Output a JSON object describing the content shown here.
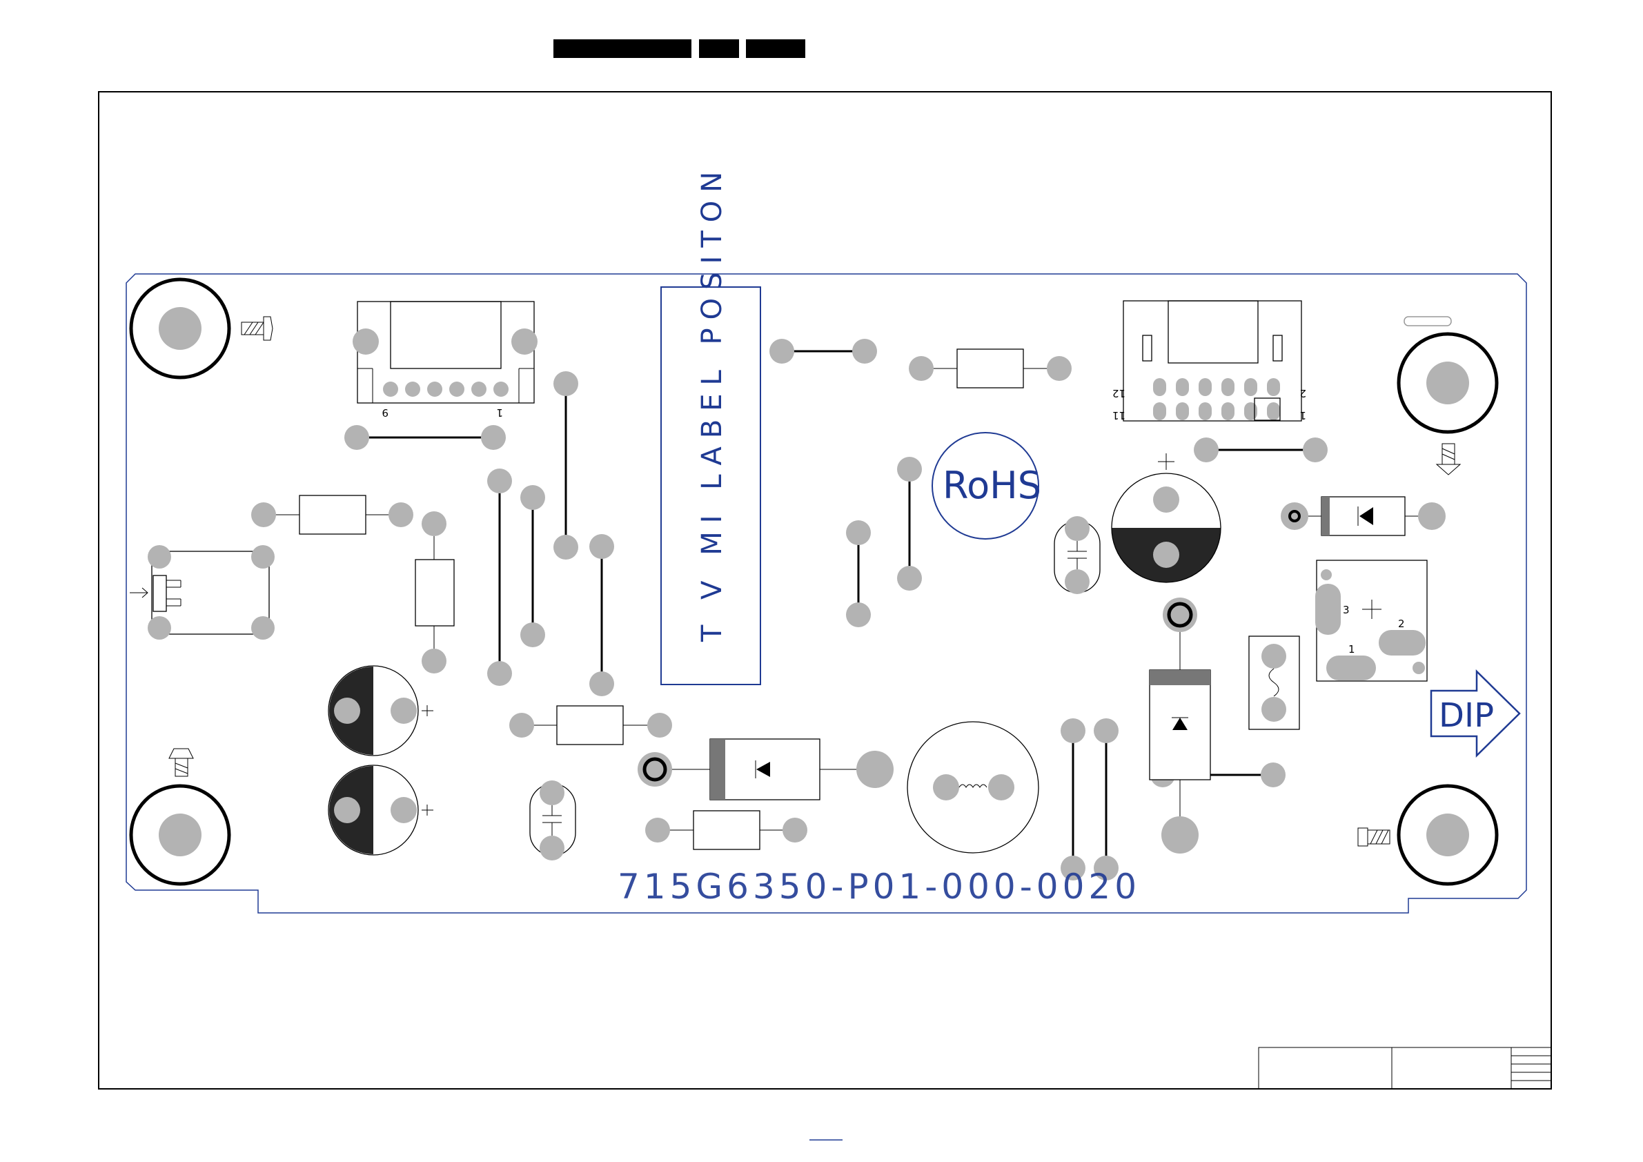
{
  "board": {
    "part_number": "715G6350-P01-000-0020",
    "label_zone": "T V MI LABEL POSITON",
    "rohs": "RoHS",
    "dip_arrow": "DIP"
  },
  "connectors": {
    "left_pin_first": "9",
    "left_pin_last": "1",
    "right_top_left": "12",
    "right_top_right": "2",
    "right_bottom_left": "11",
    "right_bottom_right": "1"
  },
  "regulator": {
    "pin1": "1",
    "pin2": "2",
    "pin3": "3"
  }
}
